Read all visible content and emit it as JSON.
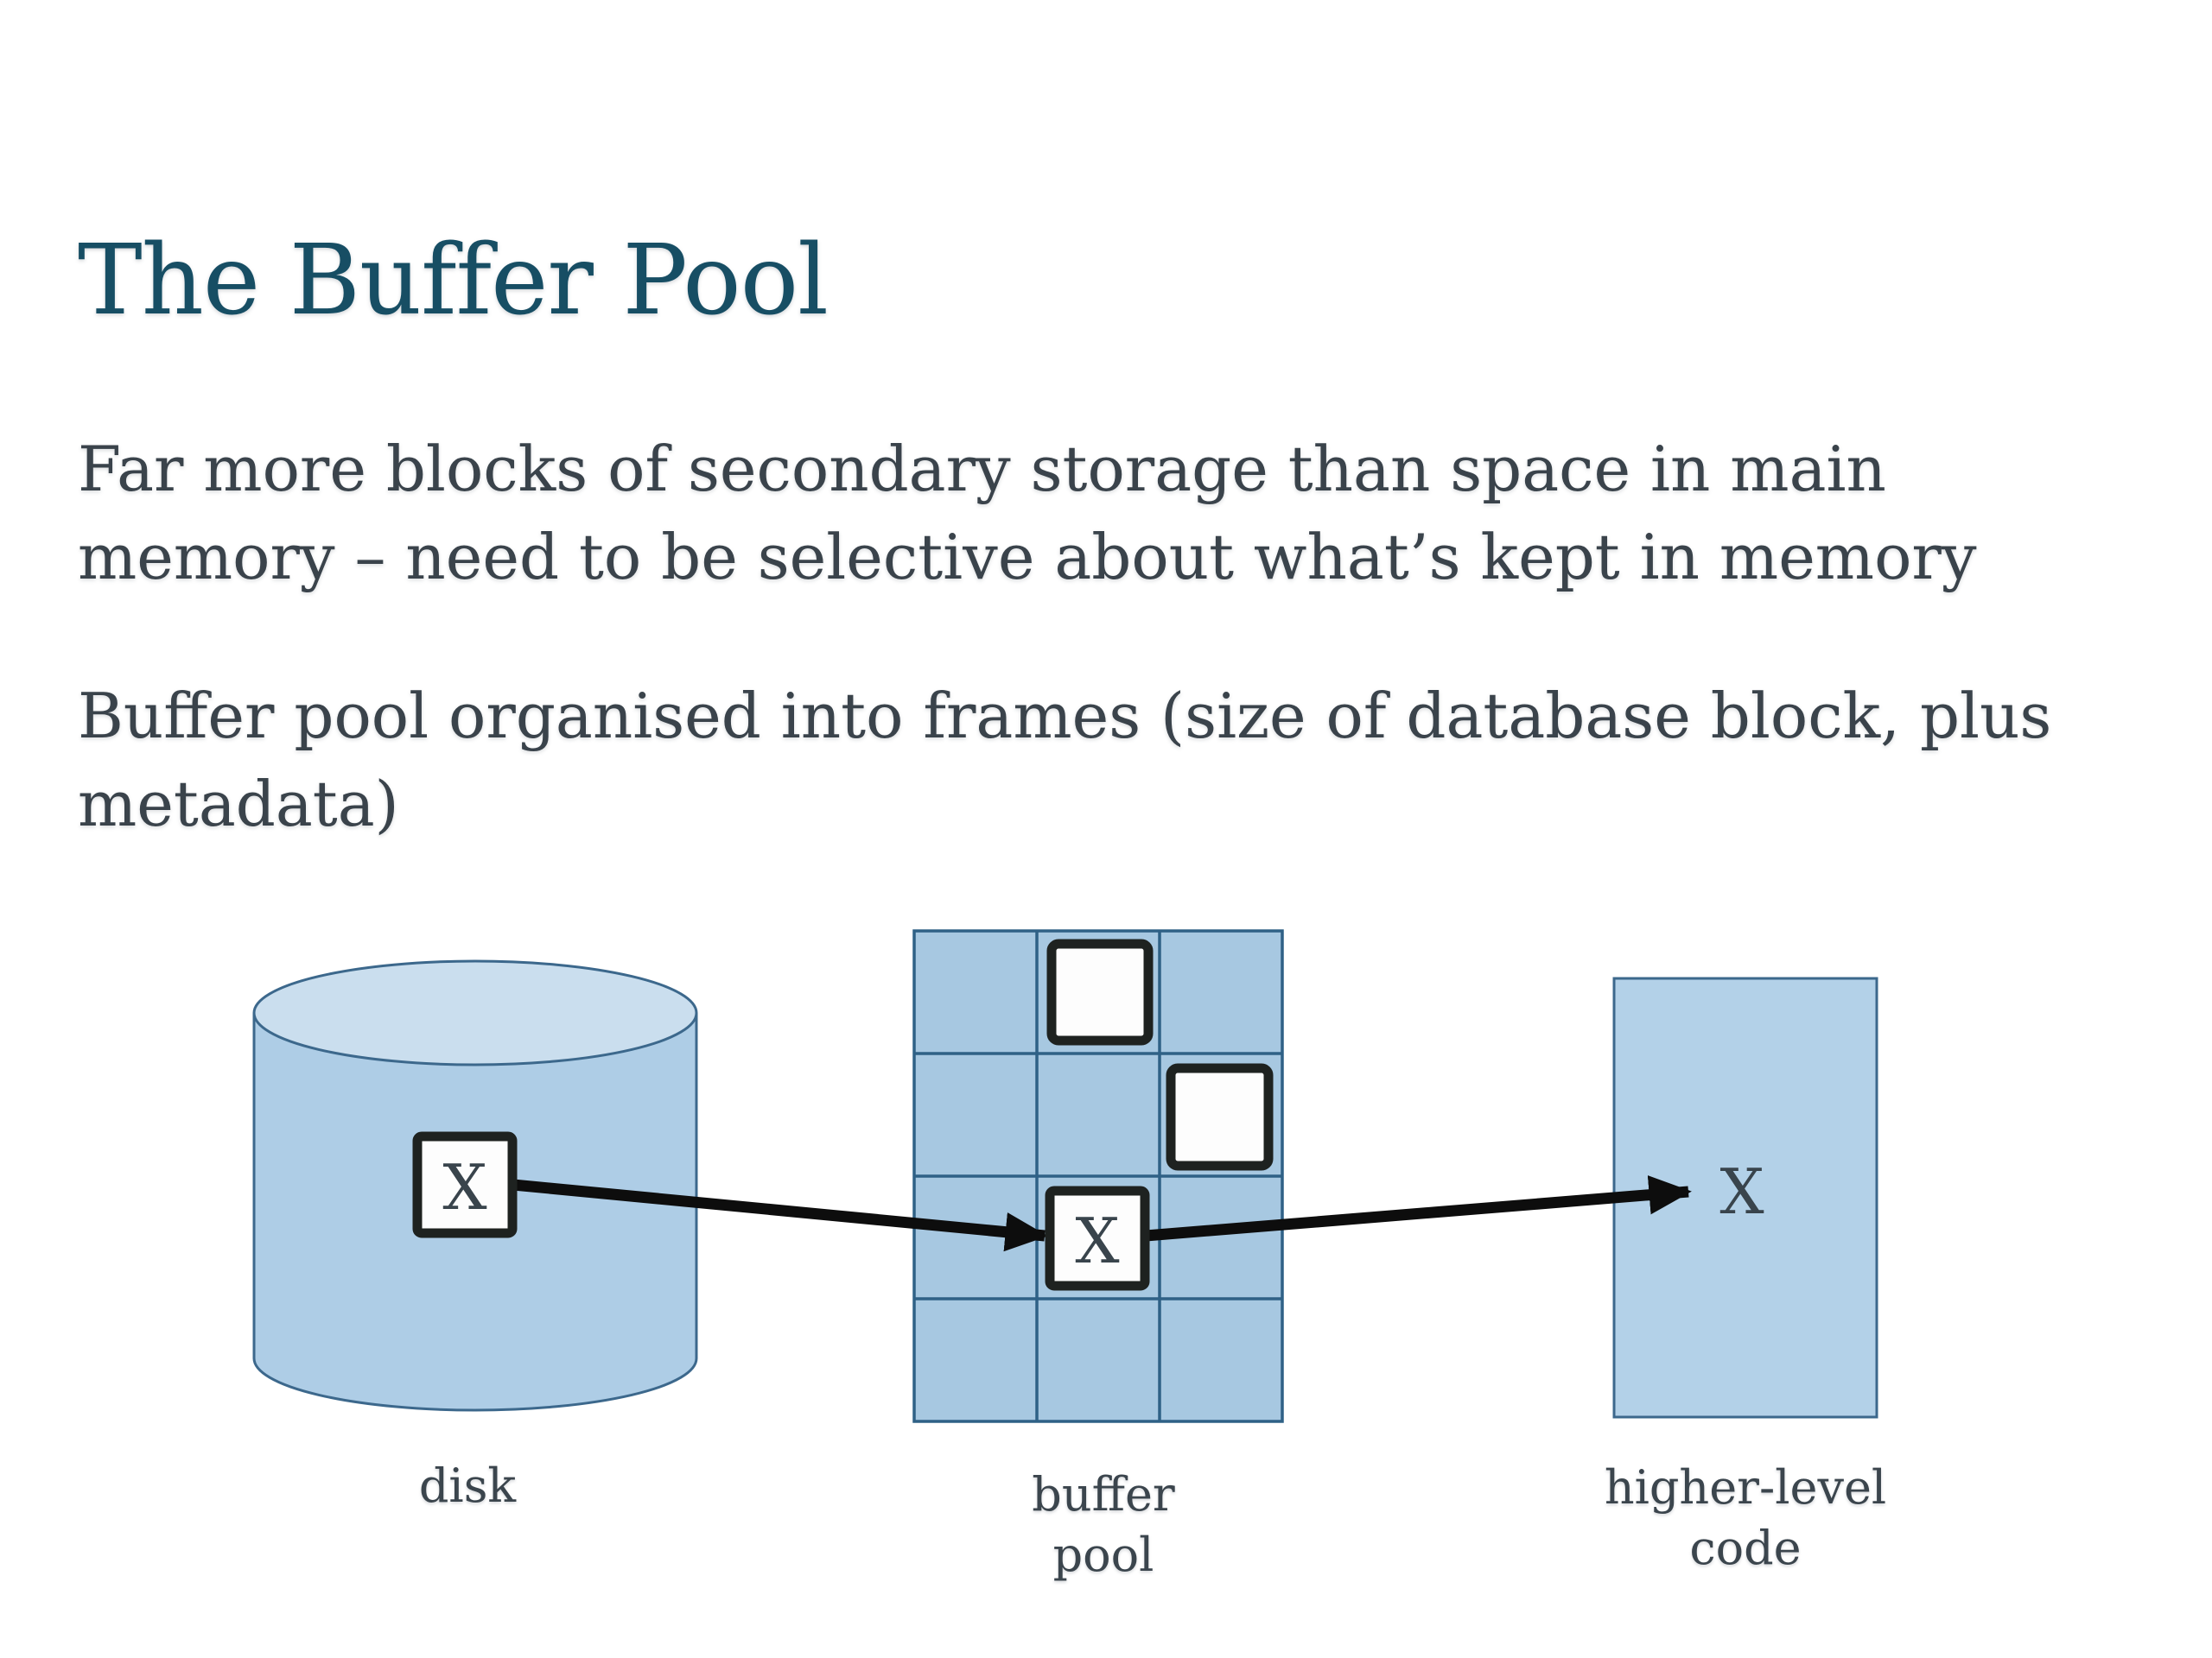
{
  "slide": {
    "title": "The Buffer Pool",
    "paragraphs": [
      "Far more blocks of secondary storage than space in main\nmemory – need to be selective about what’s kept in memory",
      "Buffer pool organised into frames (size of database block, plus\nmetadata)"
    ]
  },
  "diagram": {
    "disk_label": "disk",
    "buffer_pool_label": "buffer\npool",
    "higher_level_label": "higher-level\ncode",
    "block_id": "X",
    "grid": {
      "rows": 4,
      "cols": 3
    },
    "colors": {
      "cylinder_body_fill": "#aecde6",
      "cylinder_top_fill": "#cadeee",
      "cylinder_stroke": "#3c688c",
      "grid_fill": "#a7c8e1",
      "grid_stroke": "#2f6186",
      "code_box_fill": "#b3d1e8",
      "code_box_stroke": "#3c688c",
      "frame_block_fill": "#fdfdfd",
      "frame_block_border": "#1e2220",
      "arrow": "#0d0d0d",
      "x_text": "#39444c"
    }
  },
  "theme": {
    "title_color": "#174e64",
    "body_color": "#3a434b",
    "label_color": "#3b454d"
  }
}
